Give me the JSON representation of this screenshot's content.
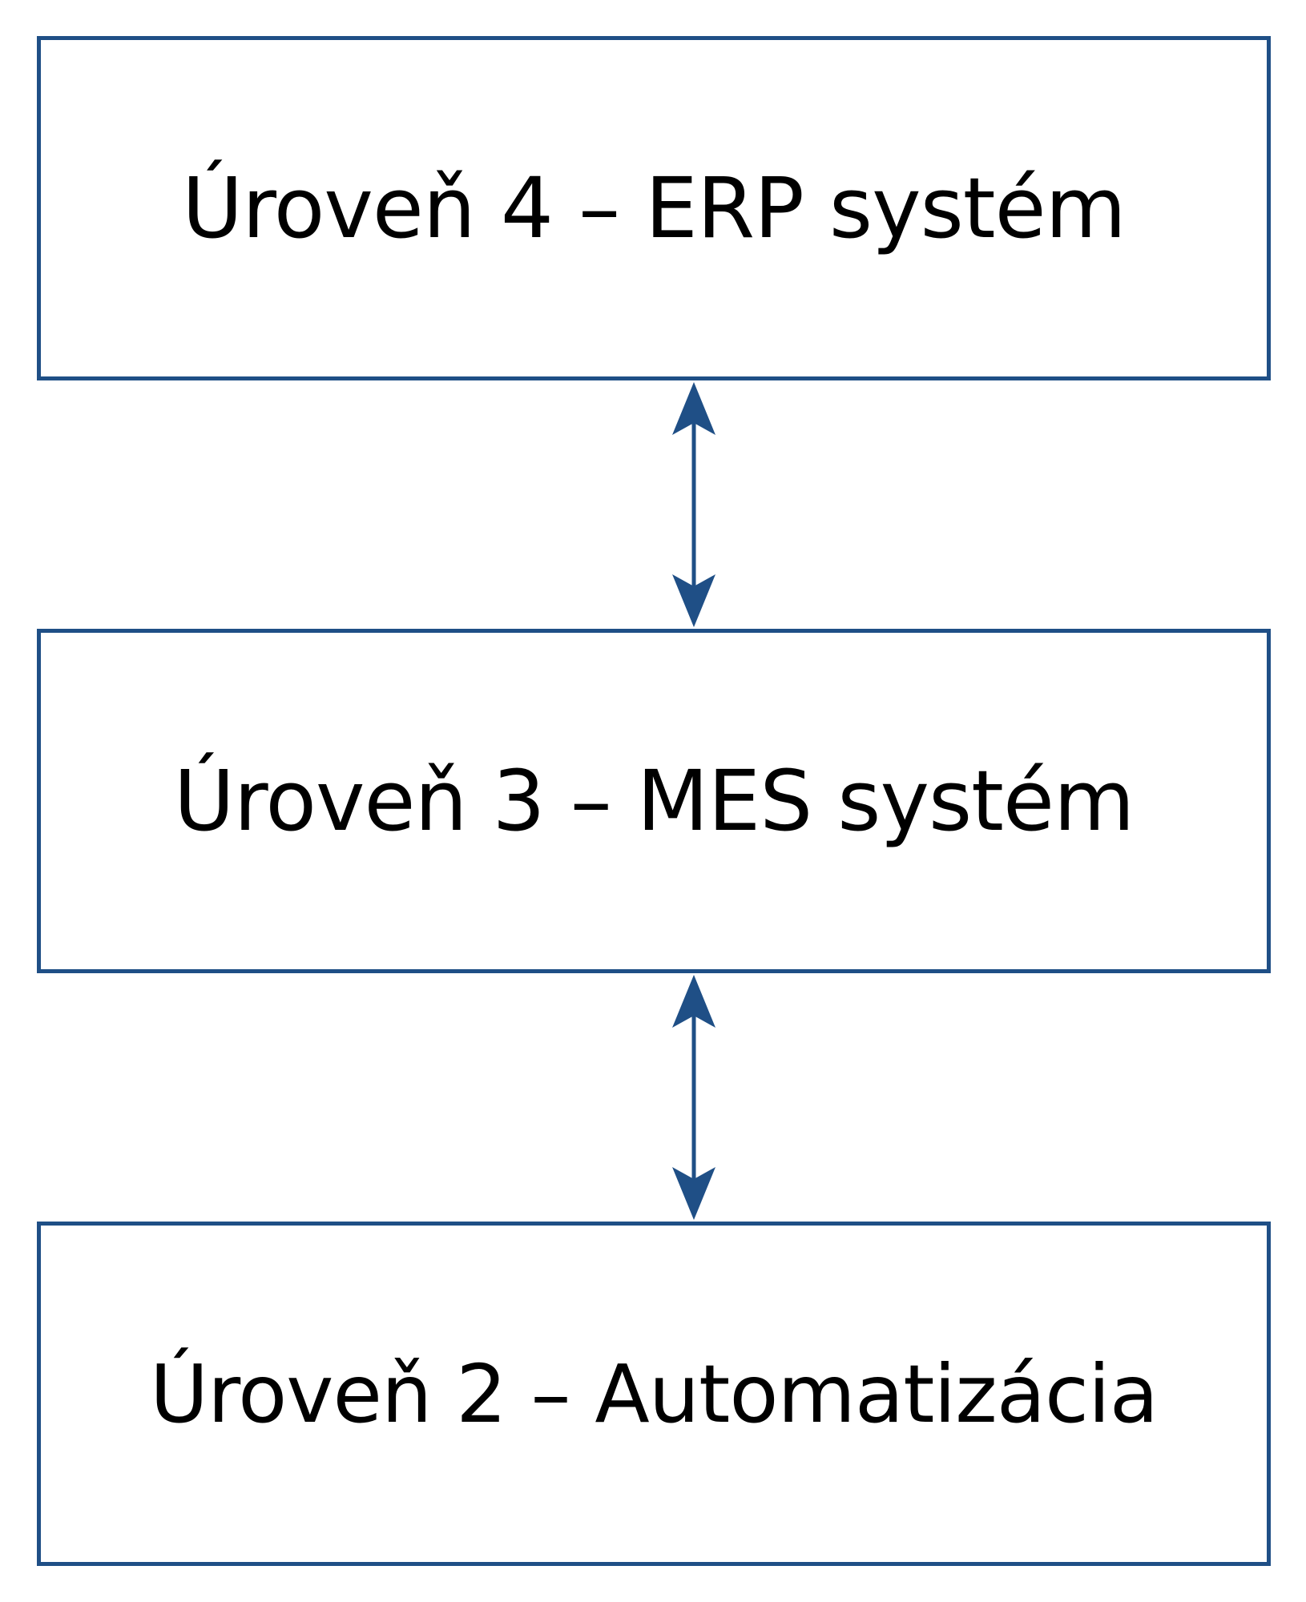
{
  "diagram": {
    "levels": [
      {
        "id": "level-4",
        "label": "Úroveň 4 – ERP systém"
      },
      {
        "id": "level-3",
        "label": "Úroveň 3 – MES systém"
      },
      {
        "id": "level-2",
        "label": "Úroveň 2 – Automatizácia"
      }
    ],
    "connectors": [
      {
        "from": "level-4",
        "to": "level-3",
        "direction": "bidirectional"
      },
      {
        "from": "level-3",
        "to": "level-2",
        "direction": "bidirectional"
      }
    ],
    "colors": {
      "border": "#1f4f86",
      "arrow": "#1f4f86",
      "text": "#000000",
      "background": "#ffffff"
    }
  }
}
